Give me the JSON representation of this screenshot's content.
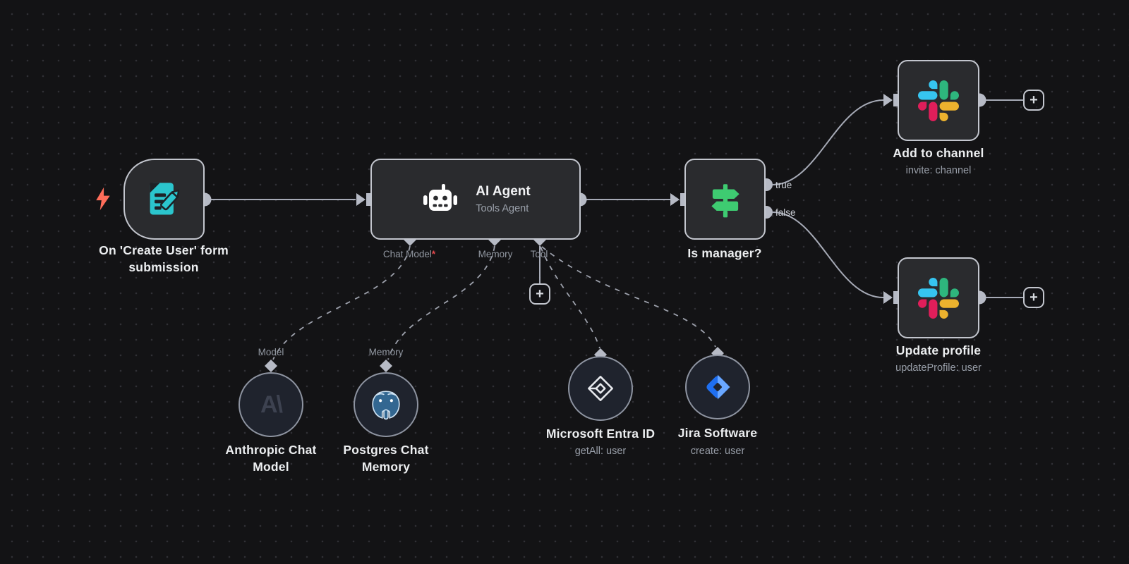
{
  "app": "workflow-canvas",
  "colors": {
    "canvas_bg": "#131315",
    "node_fill": "#2a2b2e",
    "node_border": "#c3c6ce",
    "wire_gray": "#a6aab6",
    "connector_gray": "#b6bac5",
    "circle_fill": "#1f232d",
    "text_primary": "#eceef0",
    "text_secondary": "#979da7",
    "required_red": "#e5484d",
    "trigger_bolt_coral": "#ff6d5a",
    "form_teal": "#2bc5cd",
    "if_green": "#3ecb71",
    "slack_blue": "#36C5F0",
    "slack_green": "#2EB67D",
    "slack_yellow": "#ECB22E",
    "slack_red": "#E01E5A",
    "jira_blue": "#1f6ff0",
    "jira_light_blue": "#6aa7ff",
    "postgres_blue": "#336791",
    "anthropic_logo_gray": "#3d4250"
  },
  "ui": {
    "plus_label": "+"
  },
  "ports": {
    "chat_model": "Chat Model",
    "chat_model_required": "*",
    "memory": "Memory",
    "tool": "Tool"
  },
  "nodes": {
    "form_trigger": {
      "label": "On 'Create User' form submission"
    },
    "ai_agent": {
      "title": "AI Agent",
      "subtitle": "Tools Agent"
    },
    "if": {
      "label": "Is manager?",
      "output_true": "true",
      "output_false": "false"
    },
    "slack_add": {
      "label": "Add to channel",
      "subtitle": "invite: channel"
    },
    "slack_update": {
      "label": "Update profile",
      "subtitle": "updateProfile: user"
    },
    "anthropic": {
      "label": "Anthropic Chat Model",
      "port_label": "Model",
      "logo_text": "A\\"
    },
    "postgres": {
      "label": "Postgres Chat Memory",
      "port_label": "Memory"
    },
    "entra": {
      "label": "Microsoft Entra ID",
      "subtitle": "getAll: user"
    },
    "jira": {
      "label": "Jira Software",
      "subtitle": "create: user"
    }
  }
}
